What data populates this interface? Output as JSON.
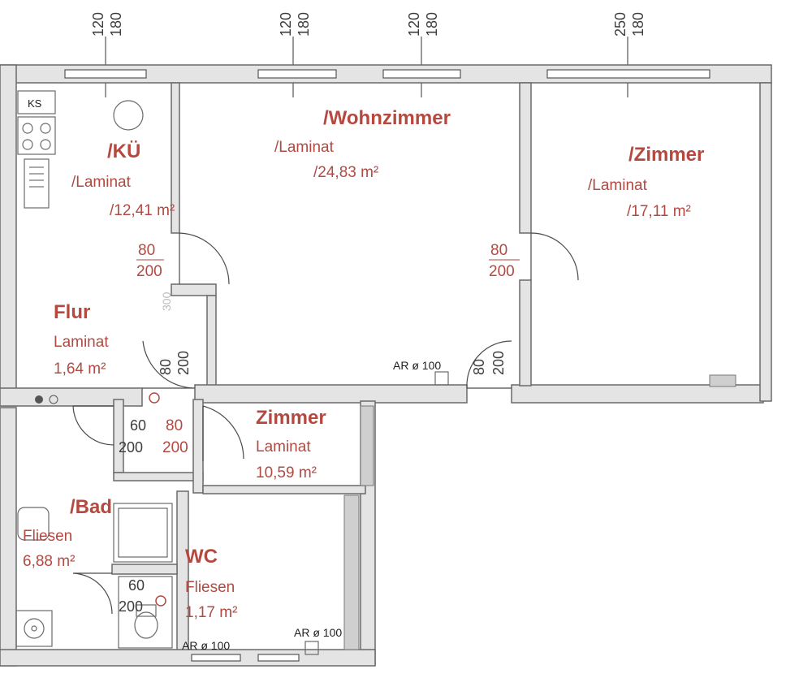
{
  "top_dimensions": [
    {
      "a": "120",
      "b": "180"
    },
    {
      "a": "120",
      "b": "180"
    },
    {
      "a": "120",
      "b": "180"
    },
    {
      "a": "250",
      "b": "180"
    }
  ],
  "rooms": {
    "kueche": {
      "name": "/KÜ",
      "floor": "/Laminat",
      "area": "/12,41 m²",
      "stove_label": "KS"
    },
    "wohnzimmer": {
      "name": "/Wohnzimmer",
      "floor": "/Laminat",
      "area": "/24,83 m²"
    },
    "zimmer_right": {
      "name": "/Zimmer",
      "floor": "/Laminat",
      "area": "/17,11 m²"
    },
    "flur": {
      "name": "Flur",
      "floor": "Laminat",
      "area": "1,64 m²"
    },
    "zimmer_small": {
      "name": "Zimmer",
      "floor": "Laminat",
      "area": "10,59 m²"
    },
    "bad": {
      "name": "/Bad",
      "floor": "Fliesen",
      "area": "6,88 m²"
    },
    "wc": {
      "name": "WC",
      "floor": "Fliesen",
      "area": "1,17 m²"
    }
  },
  "doors": {
    "kueche": {
      "w": "80",
      "h": "200"
    },
    "zimmer_right": {
      "w": "80",
      "h": "200"
    },
    "flur_vertical": {
      "w": "80",
      "h": "200"
    },
    "wohnzimmer_bottom": {
      "w": "80",
      "h": "200"
    },
    "bad": {
      "w": "60",
      "h": "200"
    },
    "zimmer_small": {
      "w": "80",
      "h": "200"
    },
    "wc": {
      "w": "60",
      "h": "200"
    }
  },
  "vents": {
    "wohnzimmer": "AR  ø  100",
    "bad": "AR  ø  100",
    "wc": "AR  ø  100"
  },
  "stair_text": "300"
}
